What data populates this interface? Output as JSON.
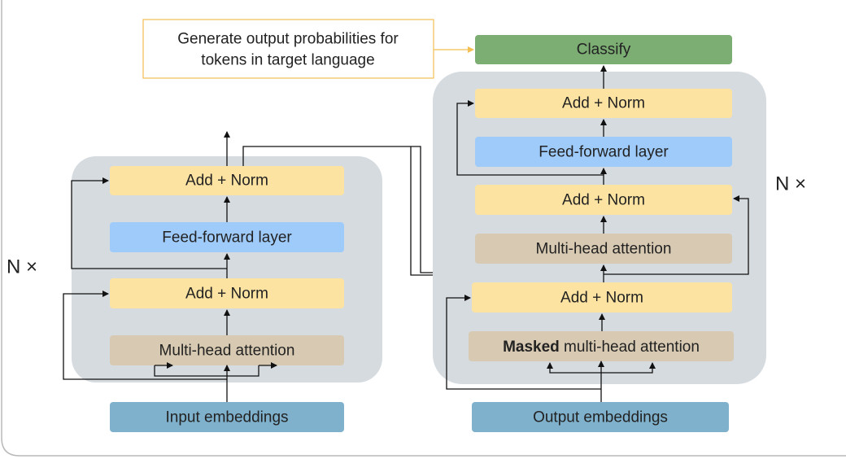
{
  "colors": {
    "block_bg": "#d6dbe0",
    "add_norm": "#fde3a1",
    "feed_forward": "#9fcbfb",
    "attention": "#d8cab2",
    "embedding": "#7fb1cc",
    "classify": "#7cae74",
    "note_border": "#f3bf52",
    "arrow": "#111111"
  },
  "encoder": {
    "repeat_label": "N ×",
    "add_norm_top": "Add + Norm",
    "feed_forward": "Feed-forward layer",
    "add_norm_bottom": "Add + Norm",
    "attention": "Multi-head attention",
    "embeddings": "Input embeddings"
  },
  "decoder": {
    "repeat_label": "N ×",
    "add_norm_top": "Add + Norm",
    "feed_forward": "Feed-forward layer",
    "add_norm_middle": "Add + Norm",
    "cross_attention": "Multi-head attention",
    "add_norm_bottom": "Add + Norm",
    "masked_attention_bold": "Masked",
    "masked_attention_rest": " multi-head attention",
    "embeddings": "Output embeddings",
    "classify": "Classify"
  },
  "annotation": {
    "line1": "Generate output probabilities for",
    "line2": "tokens in target language"
  }
}
